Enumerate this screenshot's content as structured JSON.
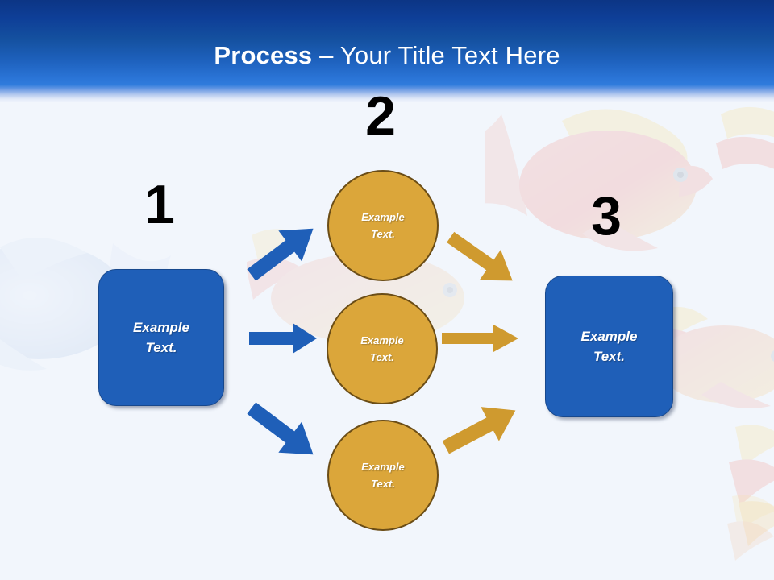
{
  "slide": {
    "background_color": "#f2f6fc",
    "header": {
      "title_bold": "Process",
      "title_rest": " – Your Title Text Here",
      "band_color_top": "#0c3585",
      "band_color_bottom": "#2f7bdc",
      "text_color": "#ffffff"
    }
  },
  "steps": [
    {
      "number": "1",
      "label": "Example\nText.",
      "shape": "rounded-rect",
      "color": "#1f5fb8"
    },
    {
      "number": "2",
      "label": "",
      "shape": "group",
      "color": "#dba63a"
    },
    {
      "number": "3",
      "label": "Example\nText.",
      "shape": "rounded-rect",
      "color": "#1f5fb8"
    }
  ],
  "boxes": {
    "left": {
      "line1": "Example",
      "line2": "Text."
    },
    "right": {
      "line1": "Example",
      "line2": "Text."
    }
  },
  "circles": [
    {
      "line1": "Example",
      "line2": "Text."
    },
    {
      "line1": "Example",
      "line2": "Text."
    },
    {
      "line1": "Example",
      "line2": "Text."
    }
  ],
  "arrows": {
    "left_color": "#1f5fb8",
    "right_color": "#cf9a2f",
    "left": [
      {
        "direction": "up-right"
      },
      {
        "direction": "right"
      },
      {
        "direction": "down-right"
      }
    ],
    "right": [
      {
        "direction": "down-right"
      },
      {
        "direction": "right"
      },
      {
        "direction": "up-right"
      }
    ]
  },
  "background_graphic": {
    "name": "goldfish-watermark",
    "fish_color": "#f2a6a0",
    "fish_fin_color": "#f6e6a8",
    "left_fish_color": "#ccdaf0"
  }
}
